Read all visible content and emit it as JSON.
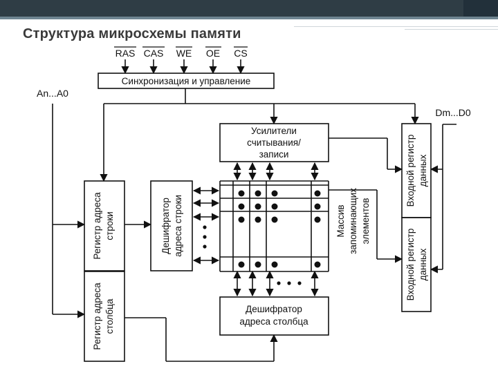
{
  "slide": {
    "title": "Структура микросхемы памяти"
  },
  "diagram": {
    "control_signals": [
      "RAS",
      "CAS",
      "WE",
      "OE",
      "CS"
    ],
    "sync_block": "Синхронизация и управление",
    "address_label": "An...A0",
    "data_label": "Dm...D0",
    "sense_amp": [
      "Усилители",
      "считывания/",
      "записи"
    ],
    "row_reg": [
      "Регистр адреса",
      "строки"
    ],
    "col_reg": [
      "Регистр адреса",
      "столбца"
    ],
    "row_dec": [
      "Дешифратор",
      "адреса строки"
    ],
    "col_dec": [
      "Дешифратор",
      "адреса столбца"
    ],
    "array": [
      "Массив",
      "запоминающих",
      "элементов"
    ],
    "in_reg_top": [
      "Входной регистр",
      "данных"
    ],
    "in_reg_bottom": [
      "Входной регистр",
      "данных"
    ]
  }
}
